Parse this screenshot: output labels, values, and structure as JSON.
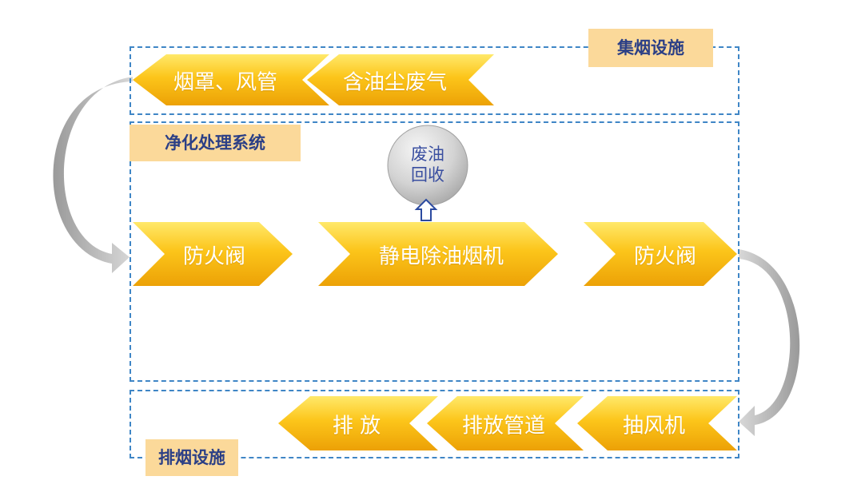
{
  "sections": {
    "collection": {
      "label": "集烟设施"
    },
    "purification": {
      "label": "净化处理系统"
    },
    "exhaust": {
      "label": "排烟设施"
    }
  },
  "nodes": {
    "hood_duct": "烟罩、风管",
    "oily_exhaust": "含油尘废气",
    "fire_valve_in": "防火阀",
    "esp_unit": "静电除油烟机",
    "fire_valve_out": "防火阀",
    "fan": "抽风机",
    "exhaust_duct": "排放管道",
    "discharge": "排 放"
  },
  "oil_recovery": {
    "line1": "废油",
    "line2": "回收"
  },
  "colors": {
    "chevron_top": "#ffe96a",
    "chevron_mid": "#fcc51a",
    "chevron_bottom": "#eca106",
    "dashed_border": "#3f86c6",
    "tag_fill": "#fbd99a",
    "tag_text": "#2b3f86",
    "connector_gray": "#bdbdbd"
  }
}
